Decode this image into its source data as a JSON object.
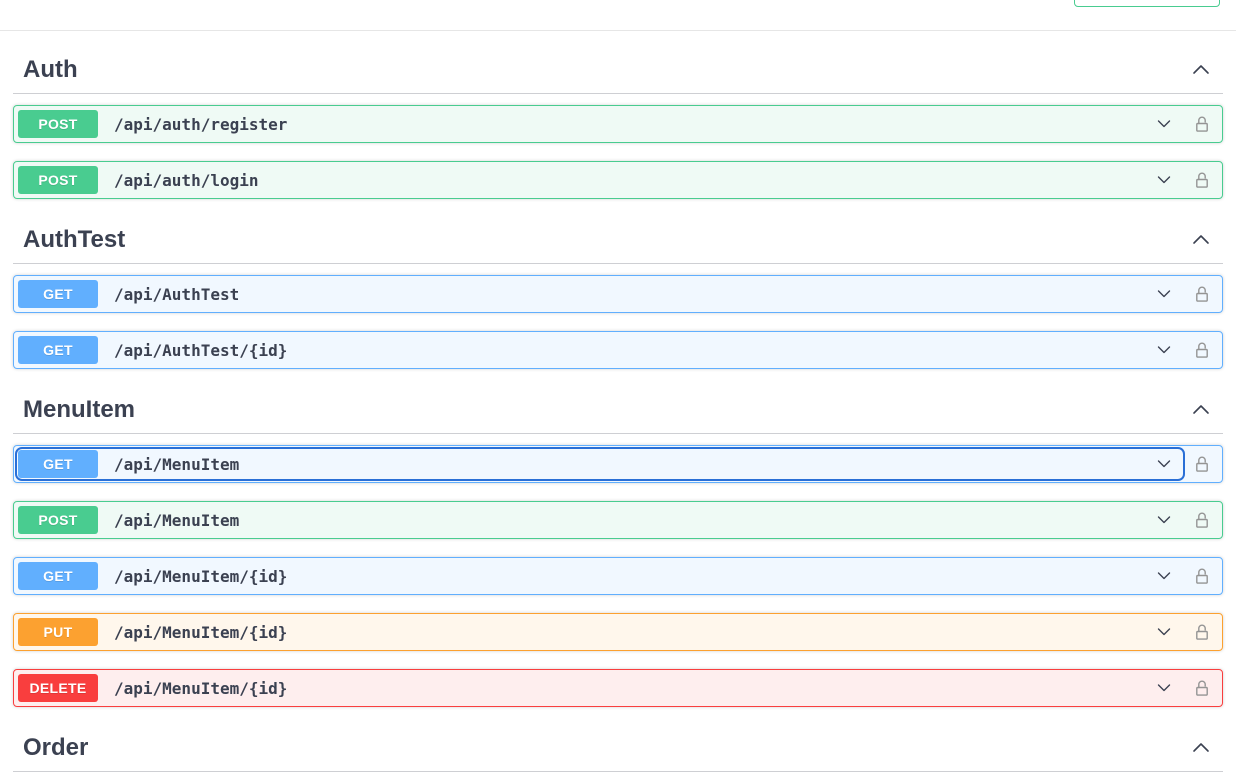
{
  "colors": {
    "get": "#61affe",
    "post": "#49cc90",
    "put": "#fca130",
    "delete": "#f93e3e",
    "focus_outline": "#2a6fd6",
    "heading_text": "#3b4151",
    "lock_icon": "#949494"
  },
  "sections": [
    {
      "title": "Auth",
      "expanded": true,
      "operations": [
        {
          "method": "POST",
          "type": "post",
          "path": "/api/auth/register"
        },
        {
          "method": "POST",
          "type": "post",
          "path": "/api/auth/login"
        }
      ]
    },
    {
      "title": "AuthTest",
      "expanded": true,
      "operations": [
        {
          "method": "GET",
          "type": "get",
          "path": "/api/AuthTest"
        },
        {
          "method": "GET",
          "type": "get",
          "path": "/api/AuthTest/{id}"
        }
      ]
    },
    {
      "title": "MenuItem",
      "expanded": true,
      "operations": [
        {
          "method": "GET",
          "type": "get",
          "path": "/api/MenuItem",
          "focused": true
        },
        {
          "method": "POST",
          "type": "post",
          "path": "/api/MenuItem"
        },
        {
          "method": "GET",
          "type": "get",
          "path": "/api/MenuItem/{id}"
        },
        {
          "method": "PUT",
          "type": "put",
          "path": "/api/MenuItem/{id}"
        },
        {
          "method": "DELETE",
          "type": "delete",
          "path": "/api/MenuItem/{id}"
        }
      ]
    },
    {
      "title": "Order",
      "expanded": true,
      "clipped": true,
      "operations": []
    }
  ]
}
